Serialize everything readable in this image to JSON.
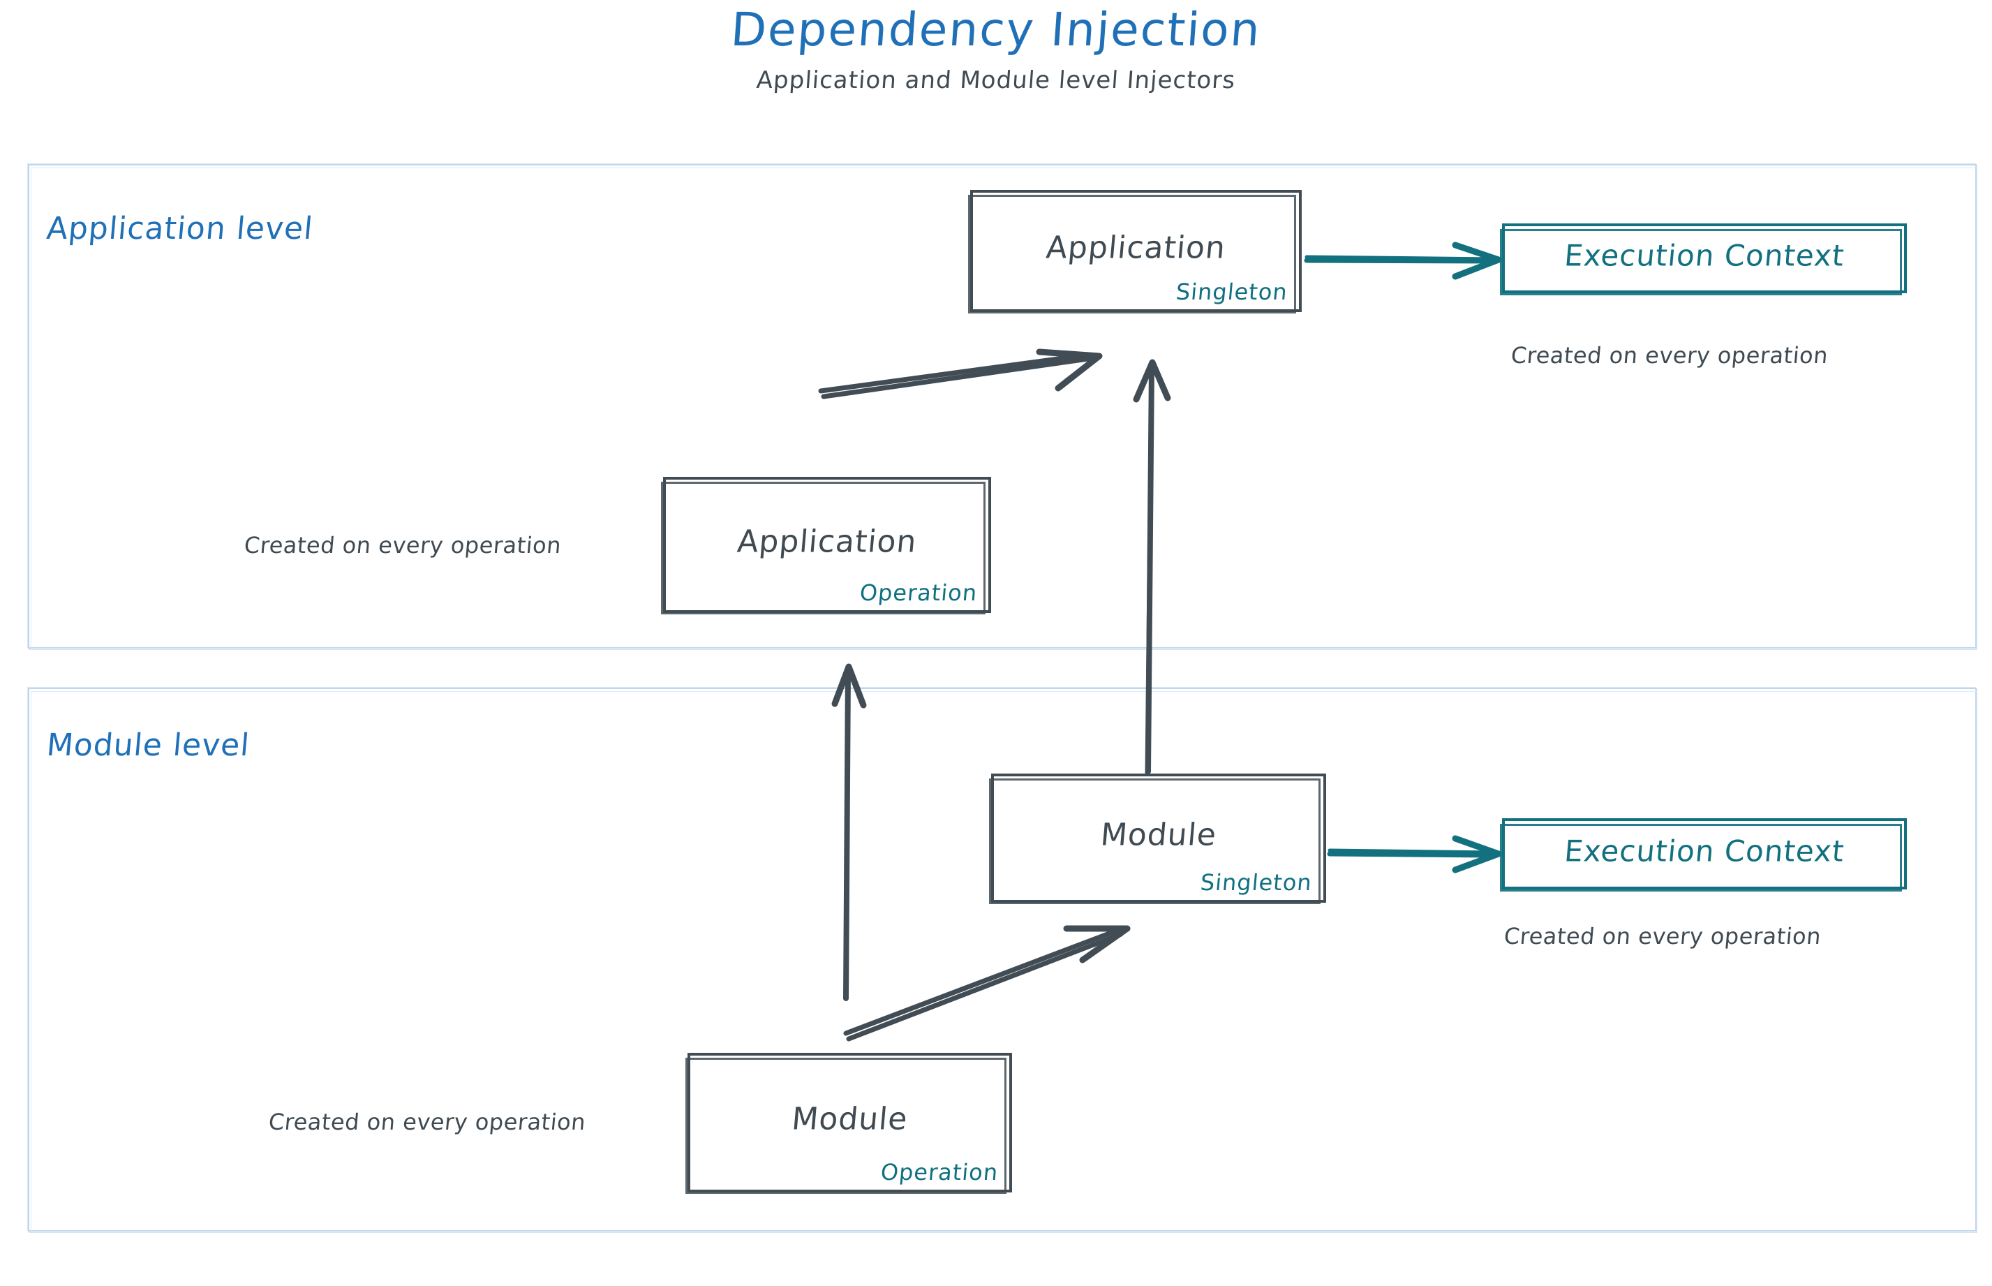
{
  "title": "Dependency Injection",
  "subtitle": "Application and Module level Injectors",
  "colors": {
    "title_blue": "#2070b8",
    "teal": "#12707f",
    "ink": "#3f4a52",
    "frame_blue": "#c2d6ea"
  },
  "levels": [
    {
      "id": "application",
      "label": "Application level"
    },
    {
      "id": "module",
      "label": "Module level"
    }
  ],
  "nodes": [
    {
      "id": "app-singleton",
      "title": "Application",
      "scope": "Singleton",
      "level": "application"
    },
    {
      "id": "app-operation",
      "title": "Application",
      "scope": "Operation",
      "level": "application"
    },
    {
      "id": "mod-singleton",
      "title": "Module",
      "scope": "Singleton",
      "level": "module"
    },
    {
      "id": "mod-operation",
      "title": "Module",
      "scope": "Operation",
      "level": "module"
    }
  ],
  "context_boxes": [
    {
      "id": "ctx-app",
      "title": "Execution Context",
      "caption": "Created on every operation",
      "level": "application"
    },
    {
      "id": "ctx-mod",
      "title": "Execution Context",
      "caption": "Created on every operation",
      "level": "module"
    }
  ],
  "captions": [
    {
      "id": "caption-app-op",
      "text": "Created on every operation"
    },
    {
      "id": "caption-mod-op",
      "text": "Created on every operation"
    }
  ],
  "edges": [
    {
      "from": "app-operation",
      "to": "app-singleton",
      "style": "ink-double-arrow"
    },
    {
      "from": "mod-singleton",
      "to": "app-singleton",
      "style": "ink-arrow"
    },
    {
      "from": "mod-operation",
      "to": "app-operation",
      "style": "ink-arrow"
    },
    {
      "from": "mod-operation",
      "to": "mod-singleton",
      "style": "ink-double-arrow"
    },
    {
      "from": "app-singleton",
      "to": "ctx-app",
      "style": "teal-arrow"
    },
    {
      "from": "mod-singleton",
      "to": "ctx-mod",
      "style": "teal-arrow"
    }
  ]
}
